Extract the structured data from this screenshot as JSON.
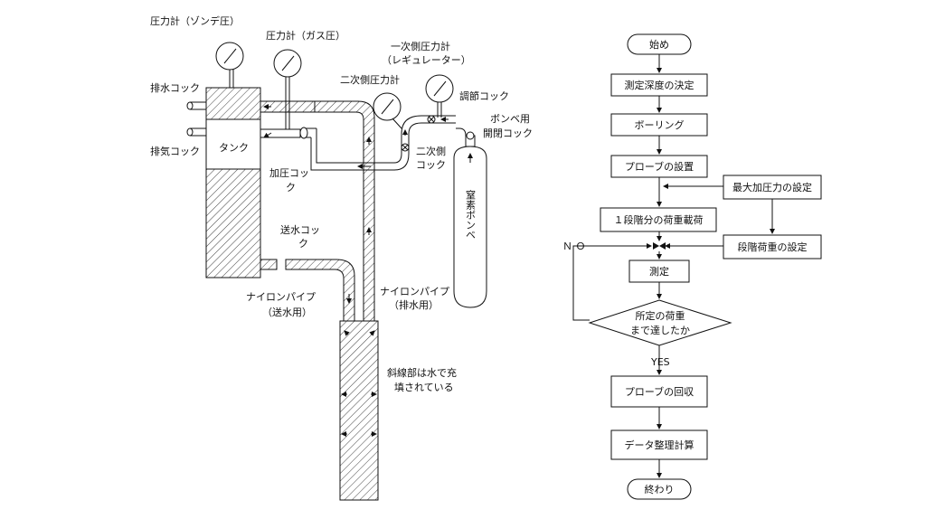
{
  "apparatus": {
    "gauge_sonde": "圧力計（ゾンデ圧）",
    "gauge_gas": "圧力計（ガス圧）",
    "gauge_primary_l1": "一次側圧力計",
    "gauge_primary_l2": "（レギュレーター）",
    "gauge_secondary": "二次側圧力計",
    "drain_cock": "排水コック",
    "vent_cock": "排気コック",
    "tank": "タンク",
    "press_cock_l1": "加圧コッ",
    "press_cock_l2": "ク",
    "adjust_cock": "調節コック",
    "cylinder_cock_l1": "ボンベ用",
    "cylinder_cock_l2": "開閉コック",
    "secondary_cock_l1": "二次側",
    "secondary_cock_l2": "コック",
    "nitrogen_cylinder": "窒素ボンベ",
    "feed_cock_l1": "送水コッ",
    "feed_cock_l2": "ク",
    "pipe_feed_l1": "ナイロンパイプ",
    "pipe_feed_l2": "（送水用）",
    "pipe_drain_l1": "ナイロンパイプ",
    "pipe_drain_l2": "（排水用）",
    "note_l1": "斜線部は水で充",
    "note_l2": "填されている"
  },
  "flowchart": {
    "start": "始め",
    "step_depth": "測定深度の決定",
    "step_boring": "ボーリング",
    "step_probe_install": "プローブの設置",
    "step_max_pressure": "最大加圧力の設定",
    "step_load": "１段階分の荷重載荷",
    "step_stage_load": "段階荷重の設定",
    "step_measure": "測定",
    "decision_l1": "所定の荷重",
    "decision_l2": "まで達したか",
    "label_no": "Ｎ Ｏ",
    "label_yes": "YES",
    "step_recover": "プローブの回収",
    "step_calc": "データ整理計算",
    "end": "終わり"
  }
}
